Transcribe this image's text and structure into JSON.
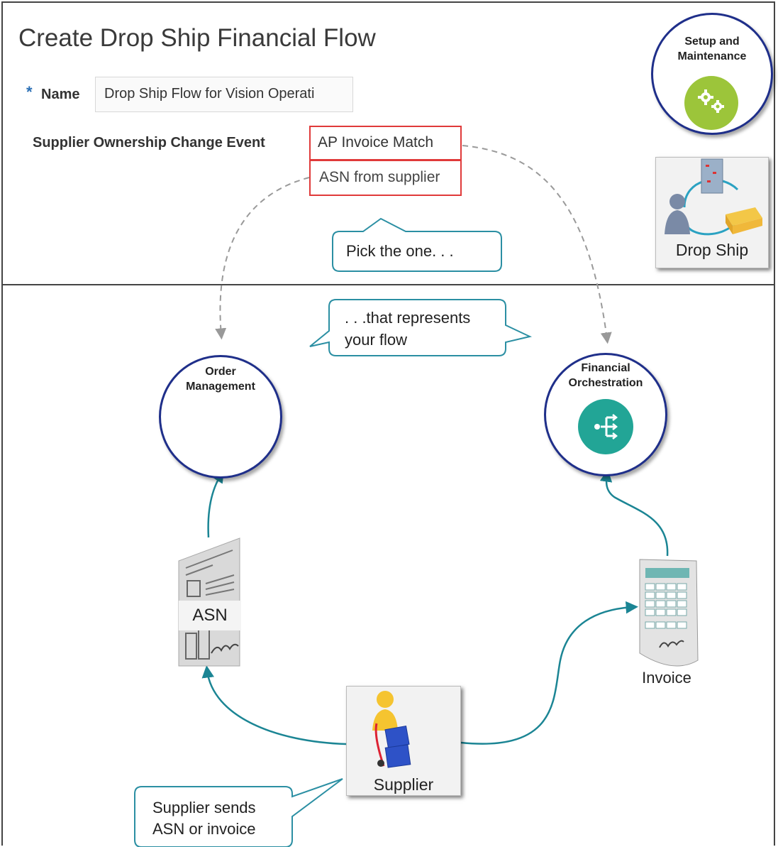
{
  "form": {
    "title": "Create Drop Ship Financial Flow",
    "required_marker": "*",
    "name_label": "Name",
    "name_value": "Drop Ship Flow for Vision Operati",
    "event_label": "Supplier Ownership Change Event",
    "event_options": [
      "AP Invoice Match",
      "ASN from supplier"
    ]
  },
  "callouts": {
    "pick": "Pick the one. . .",
    "represents_line1": ". . .that represents",
    "represents_line2": "your flow",
    "supplier_line1": "Supplier sends",
    "supplier_line2": "ASN or invoice"
  },
  "nodes": {
    "setup_line1": "Setup and",
    "setup_line2": "Maintenance",
    "drop_ship": "Drop Ship",
    "order_line1": "Order",
    "order_line2": "Management",
    "financial_line1": "Financial",
    "financial_line2": "Orchestration",
    "asn": "ASN",
    "invoice": "Invoice",
    "supplier": "Supplier"
  },
  "colors": {
    "arrow_teal": "#1b8594",
    "callout_border": "#2b8fa3",
    "circle_border": "#1f2f8a",
    "highlight_red": "#e03a3a",
    "setup_green": "#9cc53a",
    "orchestration_teal": "#22a596",
    "order_blue": "#3f8fd6"
  }
}
